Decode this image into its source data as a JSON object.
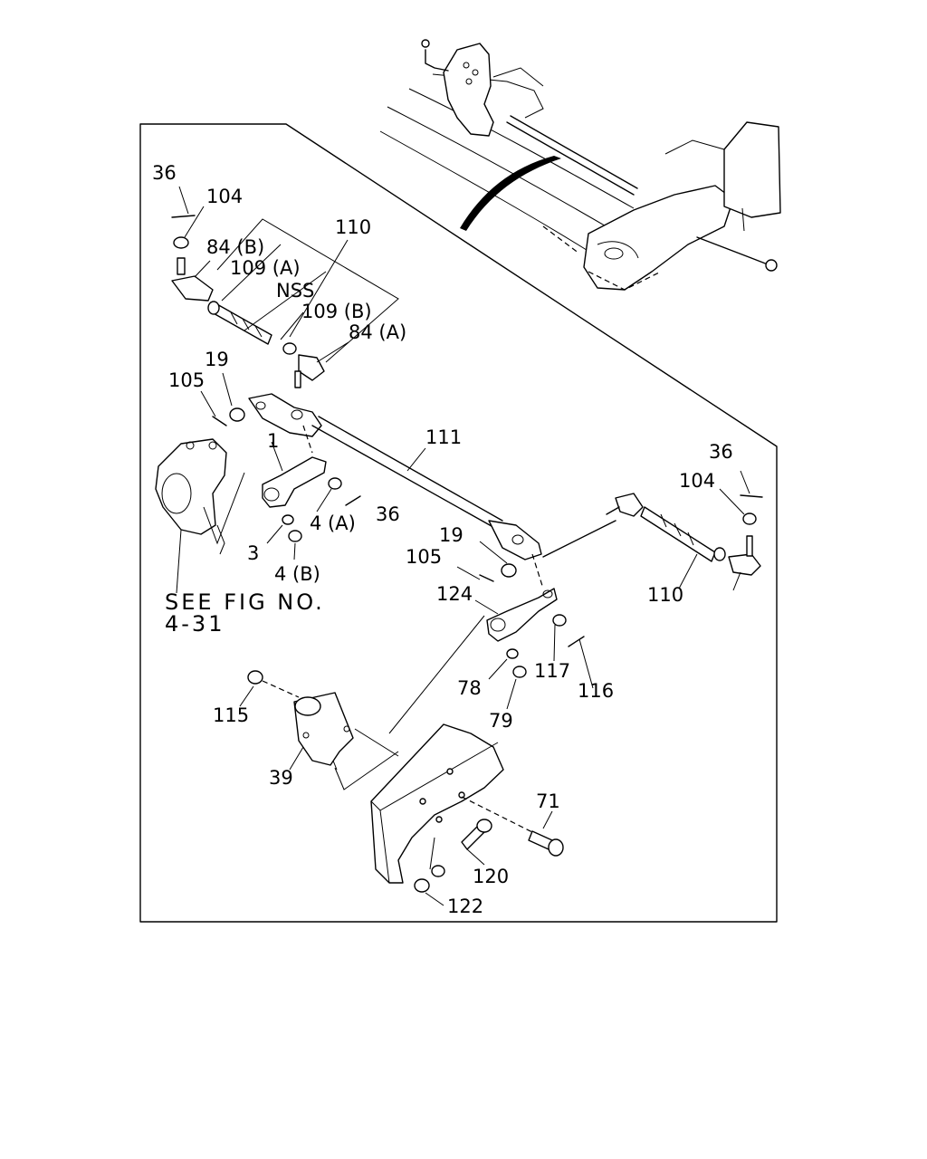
{
  "labels": {
    "l36a": "36",
    "l104a": "104",
    "l110a": "110",
    "l84b": "84 (B)",
    "l109a": "109 (A)",
    "lnss": "NSS",
    "l109b": "109 (B)",
    "l84a": "84 (A)",
    "l19a": "19",
    "l105a": "105",
    "l111": "111",
    "l1": "1",
    "l36b": "36",
    "l104b": "104",
    "l4a": "4 (A)",
    "l36c": "36",
    "l3": "3",
    "l4b": "4 (B)",
    "l19b": "19",
    "l105b": "105",
    "l110b": "110",
    "l124": "124",
    "l117": "117",
    "l116": "116",
    "l78": "78",
    "l79": "79",
    "l115": "115",
    "l39": "39",
    "l71": "71",
    "l120": "120",
    "l122": "122"
  },
  "note": {
    "line1": "SEE FIG NO.",
    "line2": "4-31"
  },
  "icons": [
    "steering-gear-icon",
    "tie-rod-end-icon",
    "idler-arm-icon",
    "nut-icon",
    "bolt-icon",
    "cotter-pin-icon",
    "frame-bracket-icon"
  ]
}
